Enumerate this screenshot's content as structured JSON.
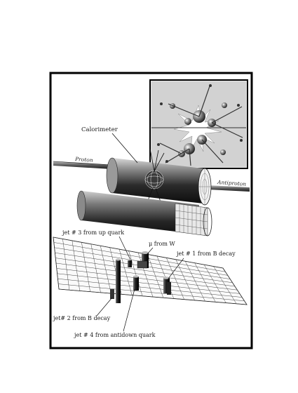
{
  "figure": {
    "labels": {
      "calorimeter": "Calorimeter",
      "proton": "Proton",
      "antiproton": "Antiproton",
      "jet3": "jet # 3 from up quark",
      "muon": "μ from W",
      "jet1": "jet # 1 from B decay",
      "jet2": "jet# 2 from B decay",
      "jet4": "jet # 4 from antidown quark"
    }
  }
}
